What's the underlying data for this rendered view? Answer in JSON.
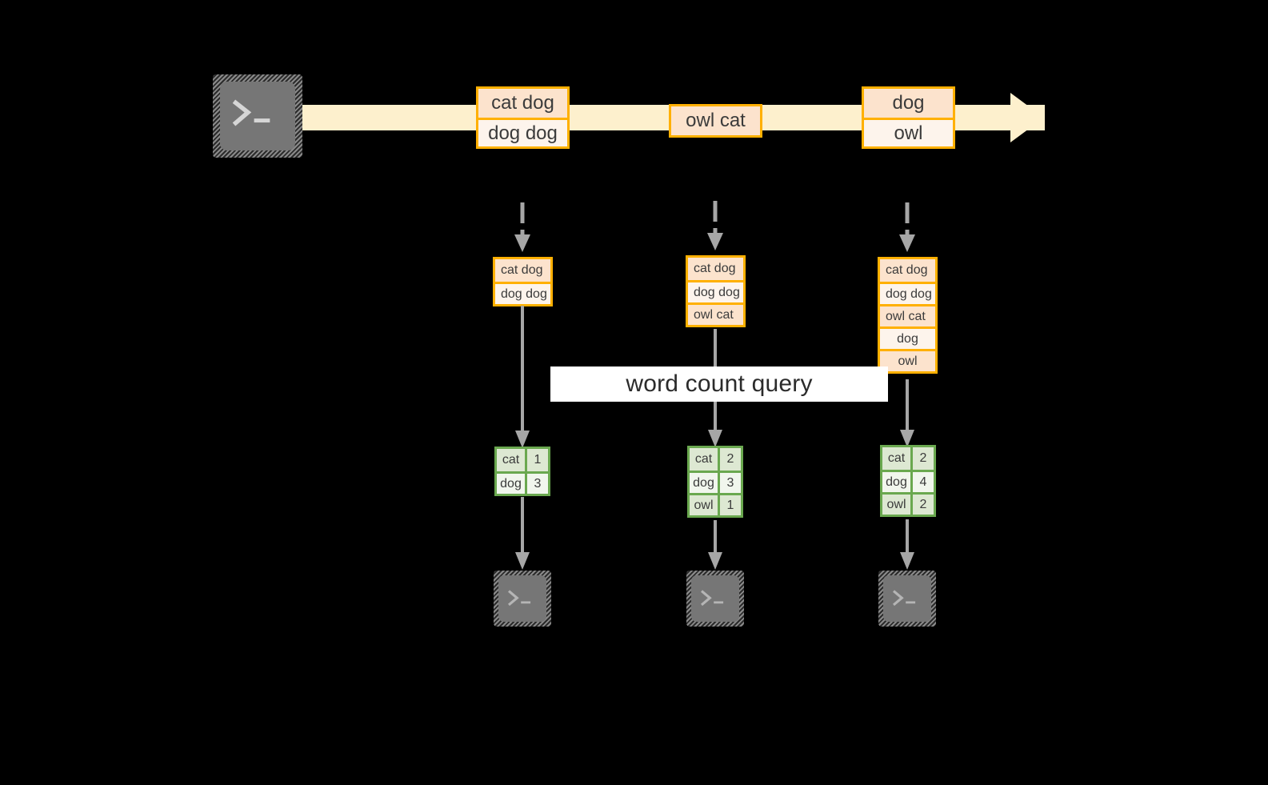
{
  "diagram": {
    "title": "word count query",
    "colors": {
      "background": "#000000",
      "stream_fill": "#fdf0cd",
      "record_border": "#ffb000",
      "record_fill_dark": "#fce3cd",
      "record_fill_light": "#fdf4ec",
      "table_border": "#6aa84f",
      "table_fill_dark": "#dde8d2",
      "table_fill_light": "#f1f6ed",
      "arrow_gray": "#a6a6a6",
      "terminal_screen": "#767676",
      "banner_fill": "#ffffff"
    }
  },
  "source": {
    "icon": "terminal-icon",
    "prompt": ">_"
  },
  "stream": {
    "label": "event-stream-arrow",
    "events": [
      {
        "id": "event-1",
        "rows": [
          {
            "text": "cat dog",
            "shade": "dark"
          },
          {
            "text": "dog dog",
            "shade": "light"
          }
        ]
      },
      {
        "id": "event-2",
        "rows": [
          {
            "text": "owl cat",
            "shade": "dark"
          }
        ]
      },
      {
        "id": "event-3",
        "rows": [
          {
            "text": "dog",
            "shade": "dark"
          },
          {
            "text": "owl",
            "shade": "light"
          }
        ]
      }
    ]
  },
  "snapshots": [
    {
      "id": "snapshot-1",
      "rows": [
        {
          "text": "cat dog",
          "shade": "dark",
          "align": "left"
        },
        {
          "text": "dog dog",
          "shade": "light",
          "align": "left"
        }
      ]
    },
    {
      "id": "snapshot-2",
      "rows": [
        {
          "text": "cat dog",
          "shade": "dark",
          "align": "left"
        },
        {
          "text": "dog dog",
          "shade": "light",
          "align": "left"
        },
        {
          "text": "owl cat",
          "shade": "dark",
          "align": "left"
        }
      ]
    },
    {
      "id": "snapshot-3",
      "rows": [
        {
          "text": "cat dog",
          "shade": "dark",
          "align": "left"
        },
        {
          "text": "dog dog",
          "shade": "light",
          "align": "left"
        },
        {
          "text": "owl cat",
          "shade": "dark",
          "align": "left"
        },
        {
          "text": "dog",
          "shade": "light",
          "align": "center"
        },
        {
          "text": "owl",
          "shade": "dark",
          "align": "center"
        }
      ]
    }
  ],
  "results": [
    {
      "id": "result-1",
      "rows": [
        {
          "key": "cat",
          "value": "1",
          "shade": "dark"
        },
        {
          "key": "dog",
          "value": "3",
          "shade": "light"
        }
      ]
    },
    {
      "id": "result-2",
      "rows": [
        {
          "key": "cat",
          "value": "2",
          "shade": "dark"
        },
        {
          "key": "dog",
          "value": "3",
          "shade": "light"
        },
        {
          "key": "owl",
          "value": "1",
          "shade": "dark"
        }
      ]
    },
    {
      "id": "result-3",
      "rows": [
        {
          "key": "cat",
          "value": "2",
          "shade": "dark"
        },
        {
          "key": "dog",
          "value": "4",
          "shade": "light"
        },
        {
          "key": "owl",
          "value": "2",
          "shade": "dark"
        }
      ]
    }
  ],
  "sinks": [
    {
      "id": "sink-1",
      "icon": "terminal-icon",
      "prompt": ">_"
    },
    {
      "id": "sink-2",
      "icon": "terminal-icon",
      "prompt": ">_"
    },
    {
      "id": "sink-3",
      "icon": "terminal-icon",
      "prompt": ">_"
    }
  ]
}
